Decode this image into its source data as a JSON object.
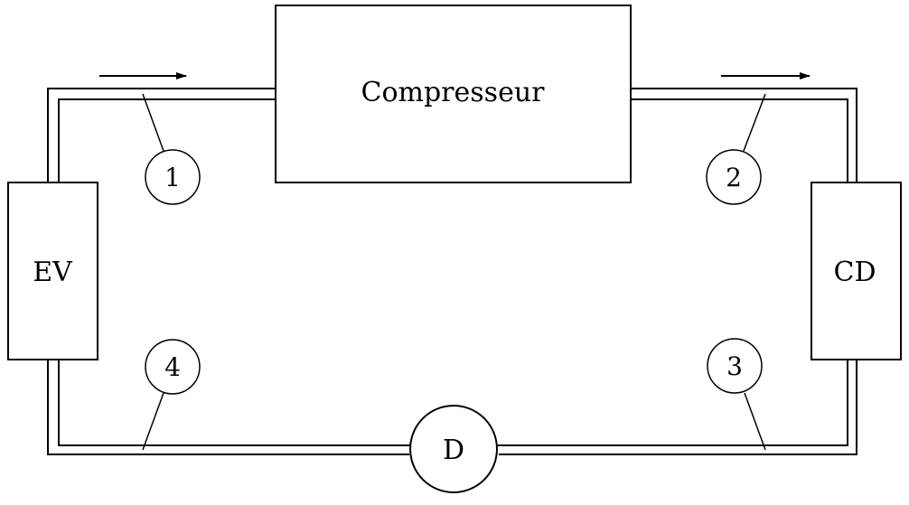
{
  "components": {
    "compressor": {
      "label": "Compresseur"
    },
    "evaporator": {
      "label": "EV"
    },
    "condenser": {
      "label": "CD"
    },
    "expansion_valve": {
      "label": "D"
    }
  },
  "state_points": [
    {
      "id": "point-1",
      "label": "1"
    },
    {
      "id": "point-2",
      "label": "2"
    },
    {
      "id": "point-3",
      "label": "3"
    },
    {
      "id": "point-4",
      "label": "4"
    }
  ],
  "colors": {
    "stroke": "#000000",
    "background": "#ffffff"
  }
}
